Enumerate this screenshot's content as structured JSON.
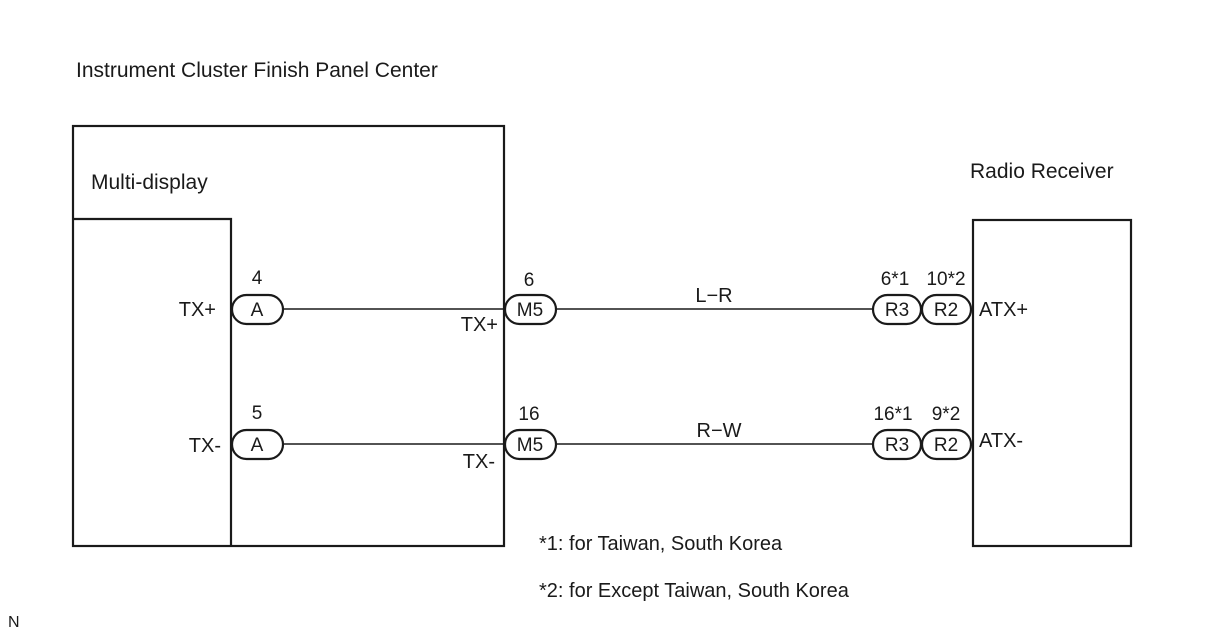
{
  "panel_title": "Instrument Cluster Finish Panel Center",
  "multi_display": {
    "label": "Multi-display",
    "terminals": [
      {
        "pin": "4",
        "connector": "A",
        "signal": "TX+"
      },
      {
        "pin": "5",
        "connector": "A",
        "signal": "TX-"
      }
    ]
  },
  "panel_connector": {
    "terminals": [
      {
        "pin": "6",
        "connector": "M5",
        "signal": "TX+"
      },
      {
        "pin": "16",
        "connector": "M5",
        "signal": "TX-"
      }
    ]
  },
  "wires": [
    {
      "color_code": "L−R"
    },
    {
      "color_code": "R−W"
    }
  ],
  "radio_receiver": {
    "label": "Radio Receiver",
    "terminals": [
      {
        "signal": "ATX+",
        "pins": [
          {
            "pin": "6*1",
            "connector": "R3"
          },
          {
            "pin": "10*2",
            "connector": "R2"
          }
        ]
      },
      {
        "signal": "ATX-",
        "pins": [
          {
            "pin": "16*1",
            "connector": "R3"
          },
          {
            "pin": "9*2",
            "connector": "R2"
          }
        ]
      }
    ]
  },
  "notes": [
    "*1: for Taiwan, South Korea",
    "*2: for Except Taiwan, South Korea"
  ],
  "corner_mark": "N"
}
